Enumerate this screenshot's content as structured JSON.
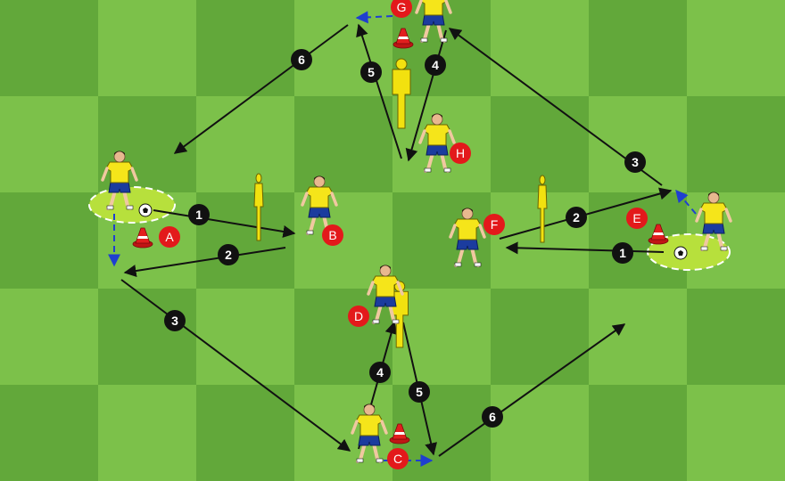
{
  "colors": {
    "grass_light": "#7cc14a",
    "grass_dark": "#62a83a",
    "pass_arrow": "#111111",
    "run_arrow": "#1f3fd0",
    "badge_black": "#111111",
    "badge_red": "#e3191b",
    "jersey": "#f5e51a",
    "shorts": "#1b3c9e",
    "mannequin": "#f2e10f",
    "cone": "#e21e1e",
    "zone_fill": "#b7e03c"
  },
  "players": [
    {
      "label": "A",
      "icon": "player-with-ball-icon"
    },
    {
      "label": "B",
      "icon": "player-icon"
    },
    {
      "label": "C",
      "icon": "player-icon"
    },
    {
      "label": "D",
      "icon": "player-icon"
    },
    {
      "label": "E",
      "icon": "player-with-ball-icon"
    },
    {
      "label": "F",
      "icon": "player-icon"
    },
    {
      "label": "G",
      "icon": "player-icon"
    },
    {
      "label": "H",
      "icon": "player-icon"
    }
  ],
  "left_sequence": {
    "step1": "1",
    "step2": "2",
    "step3": "3",
    "step4": "4",
    "step5": "5",
    "step6": "6"
  },
  "right_sequence": {
    "step1": "1",
    "step2": "2",
    "step3": "3",
    "step4": "4",
    "step5": "5",
    "step6": "6"
  },
  "equipment": [
    "cone-icon",
    "mannequin-icon",
    "ball-icon"
  ]
}
